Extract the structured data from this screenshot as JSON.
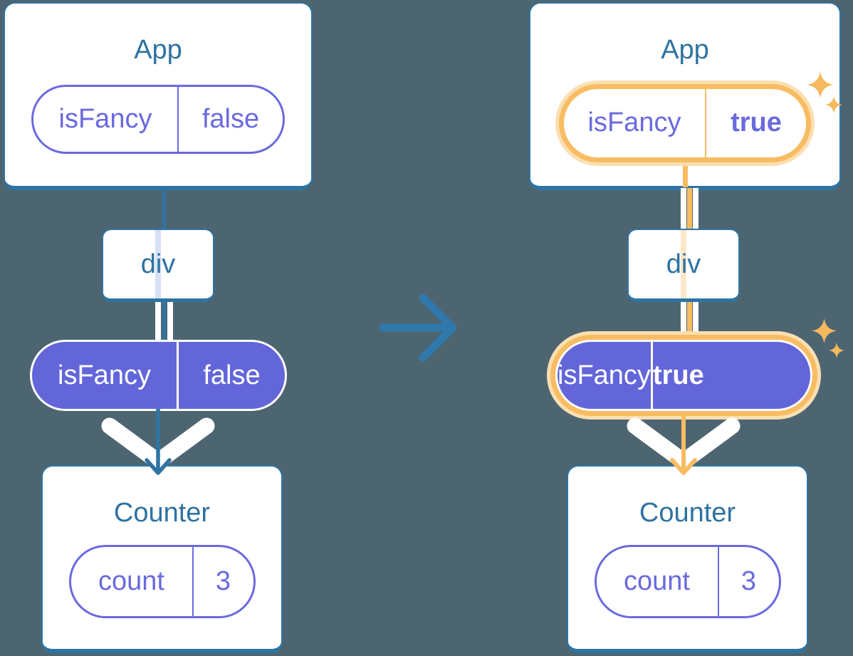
{
  "colors": {
    "background": "#4D6571",
    "card_border_blue": "#2E74A3",
    "component_text_blue": "#2E73A1",
    "pill_purple_outline": "#6A6ADF",
    "pill_purple_fill": "#6366D9",
    "highlight_orange": "#F8BC62",
    "highlight_glow": "#FBDFB2",
    "stripe_lavender": "#D9E0F5",
    "stripe_light_orange": "#FCE8C7",
    "sparkle_orange": "#F6B95F",
    "white": "#FFFFFF"
  },
  "transition": {
    "icon": "right-arrow-icon"
  },
  "before": {
    "app": {
      "title": "App",
      "prop": {
        "name": "isFancy",
        "value": "false"
      }
    },
    "container": {
      "label": "div"
    },
    "passed_prop": {
      "name": "isFancy",
      "value": "false"
    },
    "counter": {
      "title": "Counter",
      "state": {
        "name": "count",
        "value": "3"
      }
    }
  },
  "after": {
    "app": {
      "title": "App",
      "prop": {
        "name": "isFancy",
        "value": "true"
      }
    },
    "container": {
      "label": "div"
    },
    "passed_prop": {
      "name": "isFancy",
      "value": "true"
    },
    "counter": {
      "title": "Counter",
      "state": {
        "name": "count",
        "value": "3"
      }
    }
  }
}
